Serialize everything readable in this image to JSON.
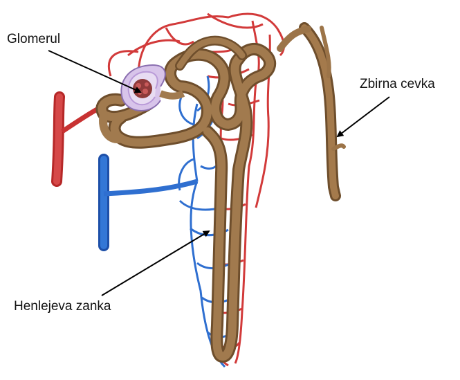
{
  "labels": {
    "glomerul": "Glomerul",
    "collecting_duct": "Zbirna cevka",
    "loop_of_henle": "Henlejeva zanka"
  },
  "colors": {
    "artery": "#d23a3a",
    "artery_dark": "#b62828",
    "vein": "#2f6fd0",
    "vein_dark": "#1d4fa8",
    "tubule": "#9c7448",
    "tubule_dark": "#6e4e2c",
    "capsule": "#b99ad8",
    "background": "#ffffff",
    "arrow": "#000000"
  }
}
